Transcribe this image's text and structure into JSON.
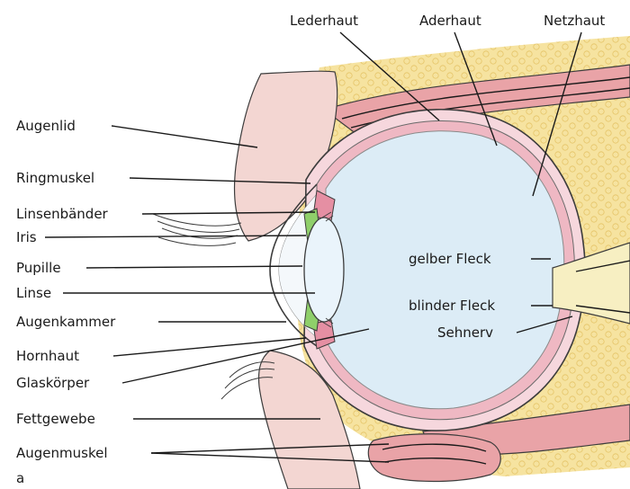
{
  "diagram": {
    "panel_letter": "a",
    "labels": {
      "lederhaut": "Lederhaut",
      "aderhaut": "Aderhaut",
      "netzhaut": "Netzhaut",
      "augenlid": "Augenlid",
      "ringmuskel": "Ringmuskel",
      "linsenbaender": "Linsenbänder",
      "iris": "Iris",
      "pupille": "Pupille",
      "linse": "Linse",
      "augenkammer": "Augenkammer",
      "hornhaut": "Hornhaut",
      "glaskoerper": "Glaskörper",
      "fettgewebe": "Fettgewebe",
      "augenmuskel": "Augenmuskel",
      "gelber_fleck": "gelber Fleck",
      "blinder_fleck": "blinder Fleck",
      "sehnerv": "Sehnerv"
    },
    "colors": {
      "fat_tissue": "#f6e3a0",
      "fat_dots": "#e8c96a",
      "eyelid_skin": "#f3d6d2",
      "sclera_pink": "#efb8c3",
      "vitreous": "#dcecf6",
      "lens": "#eaf4fb",
      "iris_green": "#8fcf6a",
      "optic_nerve": "#f7efc2",
      "muscle_red": "#e7a6a8",
      "outline": "#3c3c3c"
    }
  }
}
